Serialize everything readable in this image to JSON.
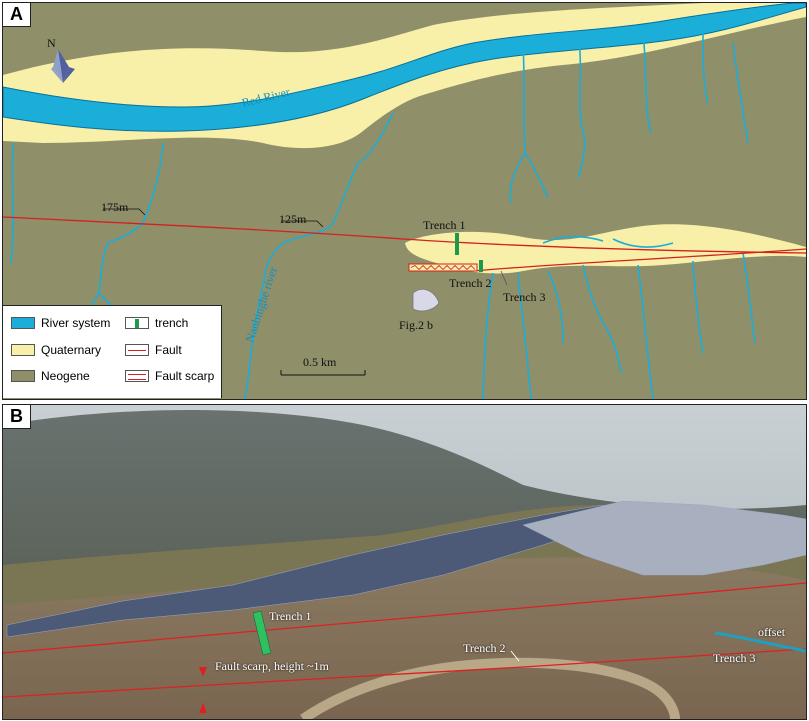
{
  "panel_a": {
    "label": "A",
    "river_label": "Red River",
    "tributary_label": "Nanbinghe river",
    "offset_labels": [
      "175m",
      "125m"
    ],
    "trench_labels": [
      "Trench 1",
      "Trench 2",
      "Trench 3"
    ],
    "fig_ref": "Fig.2 b",
    "north_label": "N",
    "scale_label": "0.5 km",
    "legend": [
      {
        "label": "River system",
        "color": "#1aaed8"
      },
      {
        "label": "Quaternary",
        "color": "#f8f0a8"
      },
      {
        "label": "Neogene",
        "color": "#8f8f6a"
      },
      {
        "label": "trench",
        "color": "#1a9a4a"
      },
      {
        "label": "Fault",
        "color": "#d42020"
      },
      {
        "label": "Fault scarp",
        "color": "#d42020"
      }
    ]
  },
  "panel_b": {
    "label": "B",
    "trench1": "Trench 1",
    "trench2": "Trench 2",
    "trench3": "Trench 3",
    "offset": "offset",
    "scarp": "Fault scarp, height ~1m"
  }
}
